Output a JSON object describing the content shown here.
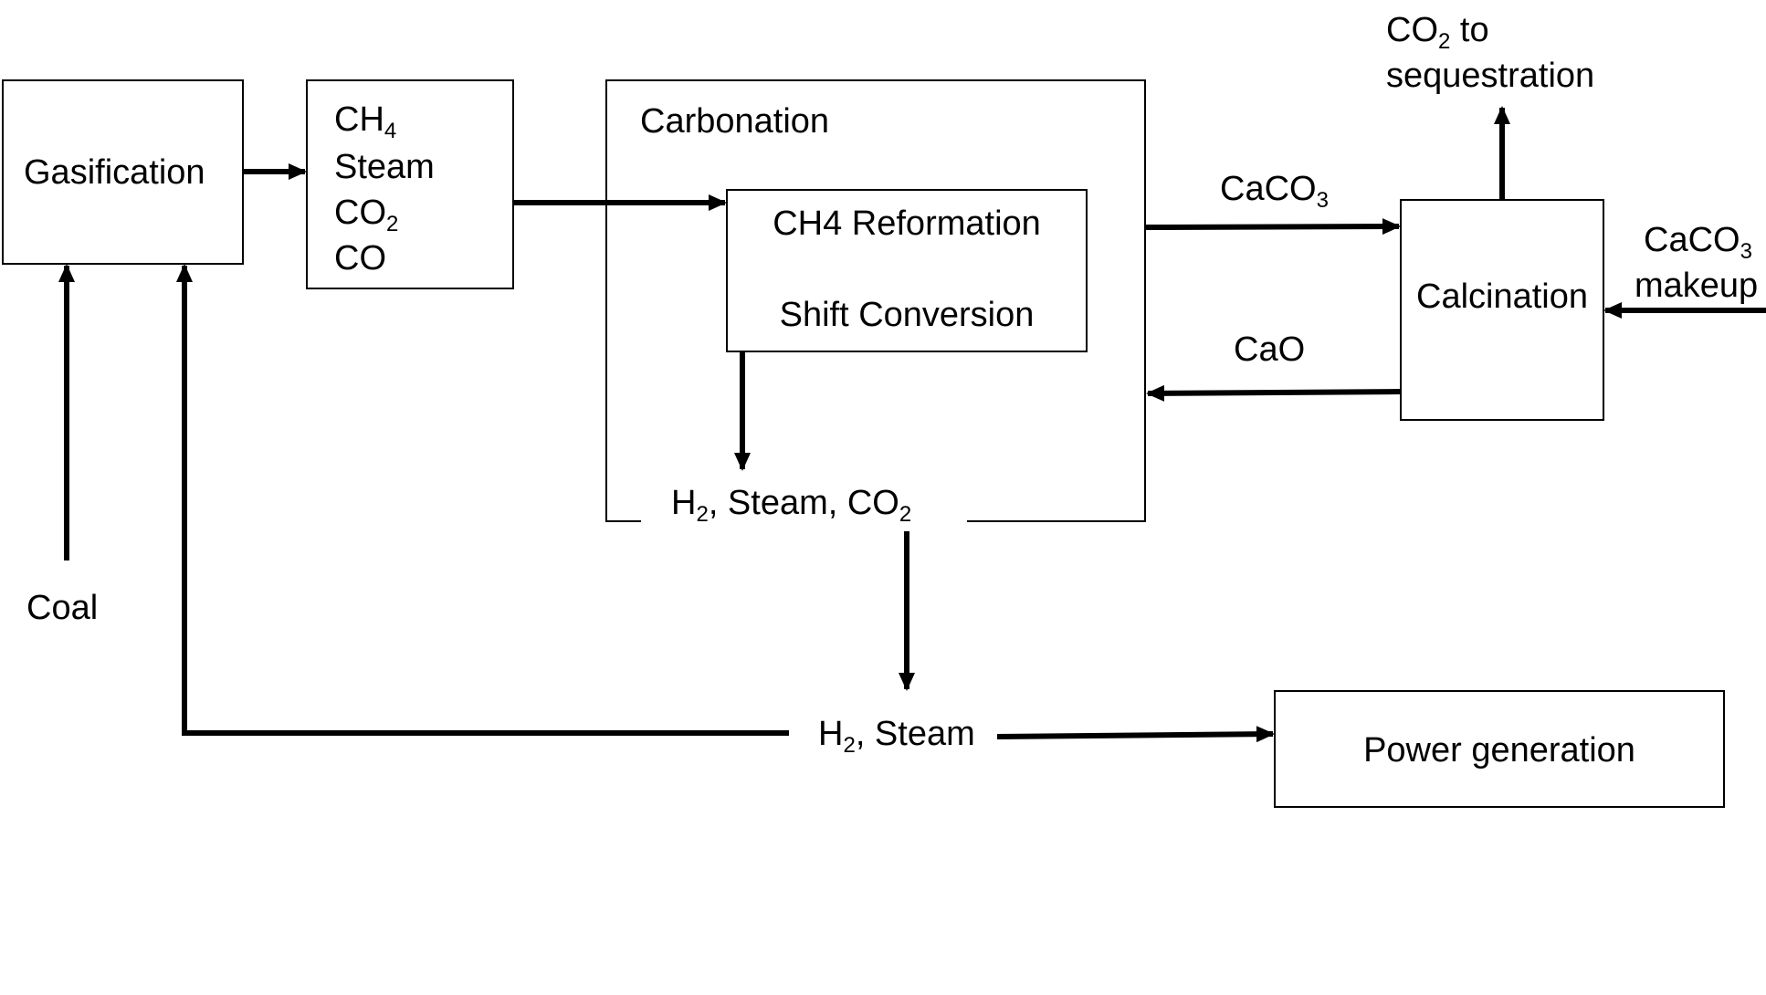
{
  "nodes": {
    "gasification": {
      "label": "Gasification"
    },
    "feed_gas": {
      "line1": "CH",
      "line1_sub": "4",
      "line2": "Steam",
      "line3": "CO",
      "line3_sub": "2",
      "line4": "CO"
    },
    "carbonation": {
      "label": "Carbonation"
    },
    "reformation": {
      "label": "CH4 Reformation",
      "label2": "Shift Conversion"
    },
    "calcination": {
      "label": "Calcination"
    },
    "power": {
      "label": "Power generation"
    }
  },
  "flows": {
    "co2_seq": {
      "pre": "CO",
      "sub": "2",
      "post": " to",
      "line2": "sequestration"
    },
    "caco3": {
      "pre": "CaCO",
      "sub": "3"
    },
    "caco3_makeup": {
      "pre": "CaCO",
      "sub": "3",
      "line2": "makeup"
    },
    "cao": {
      "label": "CaO"
    },
    "h2_steam_co2": {
      "a": "H",
      "a_sub": "2",
      "b": ", Steam, CO",
      "b_sub": "2"
    },
    "h2_steam": {
      "a": "H",
      "a_sub": "2",
      "b": ", Steam"
    },
    "coal": {
      "label": "Coal"
    }
  },
  "colors": {
    "stroke": "#000000",
    "background": "#ffffff"
  }
}
